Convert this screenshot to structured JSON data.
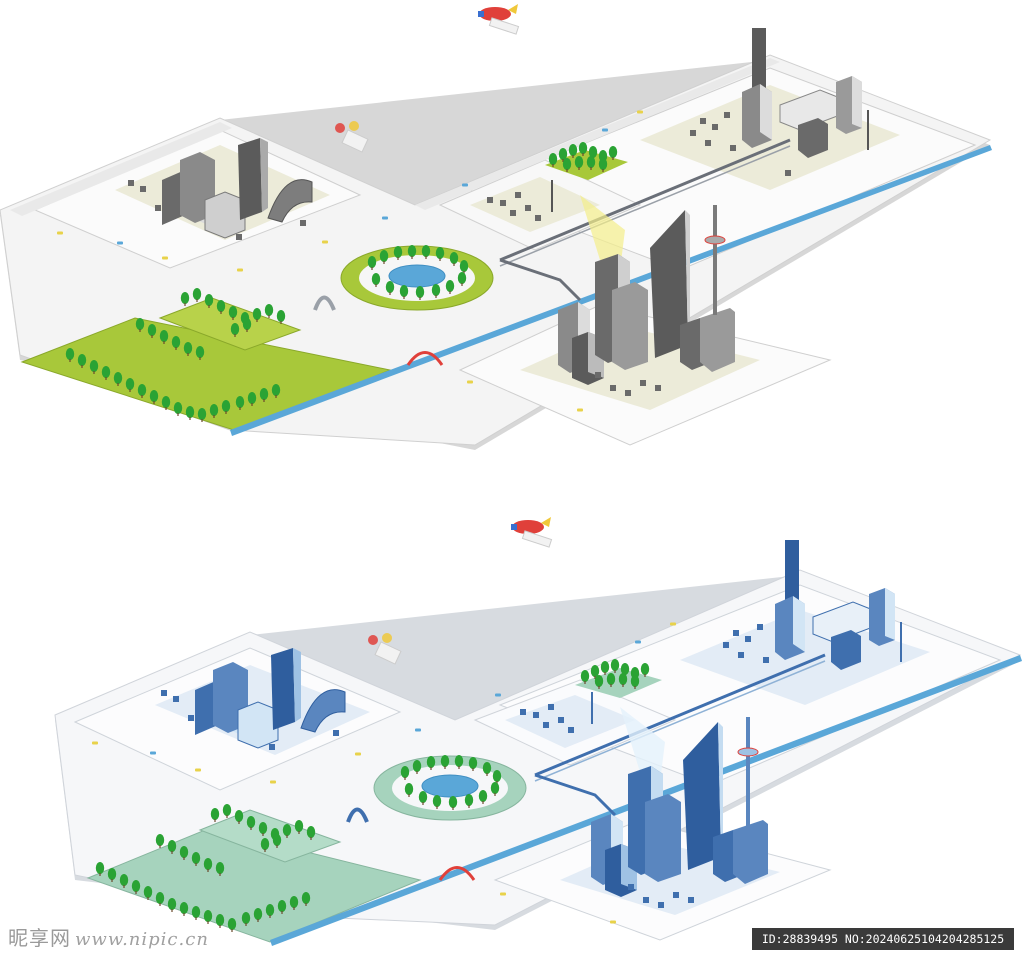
{
  "watermark": {
    "brand": "昵享网",
    "url": "www.nipic.cn"
  },
  "image_id": "ID:28839495 NO:20240625104204285125",
  "palette": {
    "ground_top": "#f7f7f7",
    "ground_side": "#d4d4d4",
    "road": "#e6e6e6",
    "lot_warm": "#ecebd9",
    "lot_cool": "#e3ecf6",
    "park_top": "#a8c83a",
    "park_bottom": "#a6d3bd",
    "tree": "#2aa334",
    "water": "#5aa7d8",
    "bridge": "#e0403a",
    "bld_gray_light": "#e4e4e4",
    "bld_gray_dark": "#5b5b5b",
    "bld_blue_light": "#d2e5f5",
    "bld_blue_dark": "#3f6fae",
    "beam": "#f3ee8a"
  },
  "scenes": [
    {
      "variant": "gray-city",
      "label": "top"
    },
    {
      "variant": "blue-city",
      "label": "bottom"
    }
  ]
}
